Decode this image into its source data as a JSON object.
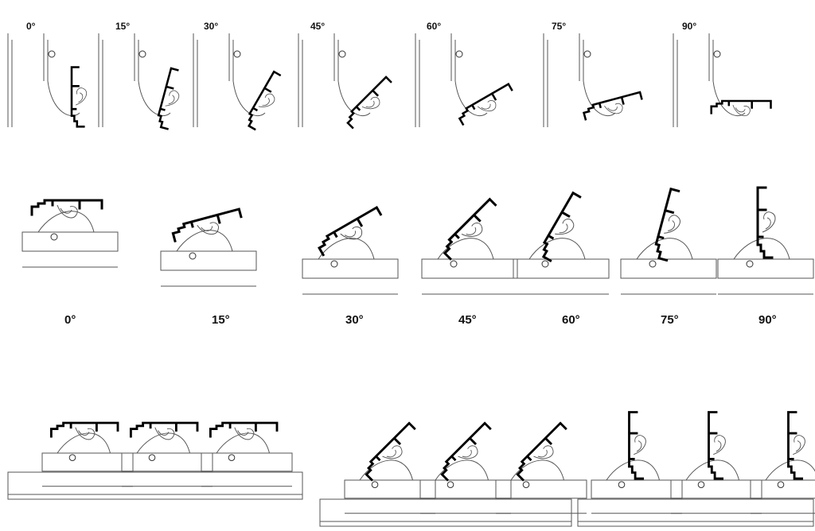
{
  "diagram": {
    "colors": {
      "ink": "#000000",
      "line": "#555555",
      "background": "#ffffff"
    },
    "row_vertical": {
      "angle_labels": [
        "0°",
        "15°",
        "30°",
        "45°",
        "60°",
        "75°",
        "90°"
      ],
      "angles": [
        0,
        15,
        30,
        45,
        60,
        75,
        90
      ]
    },
    "row_horizontal": {
      "angle_labels": [
        "0°",
        "15°",
        "30°",
        "45°",
        "60°",
        "75°",
        "90°"
      ],
      "angles": [
        0,
        15,
        30,
        45,
        60,
        75,
        90
      ]
    },
    "row_groups": [
      {
        "angle": 0,
        "count": 3
      },
      {
        "angle": 45,
        "count": 3
      },
      {
        "angle": 90,
        "count": 3
      }
    ]
  }
}
